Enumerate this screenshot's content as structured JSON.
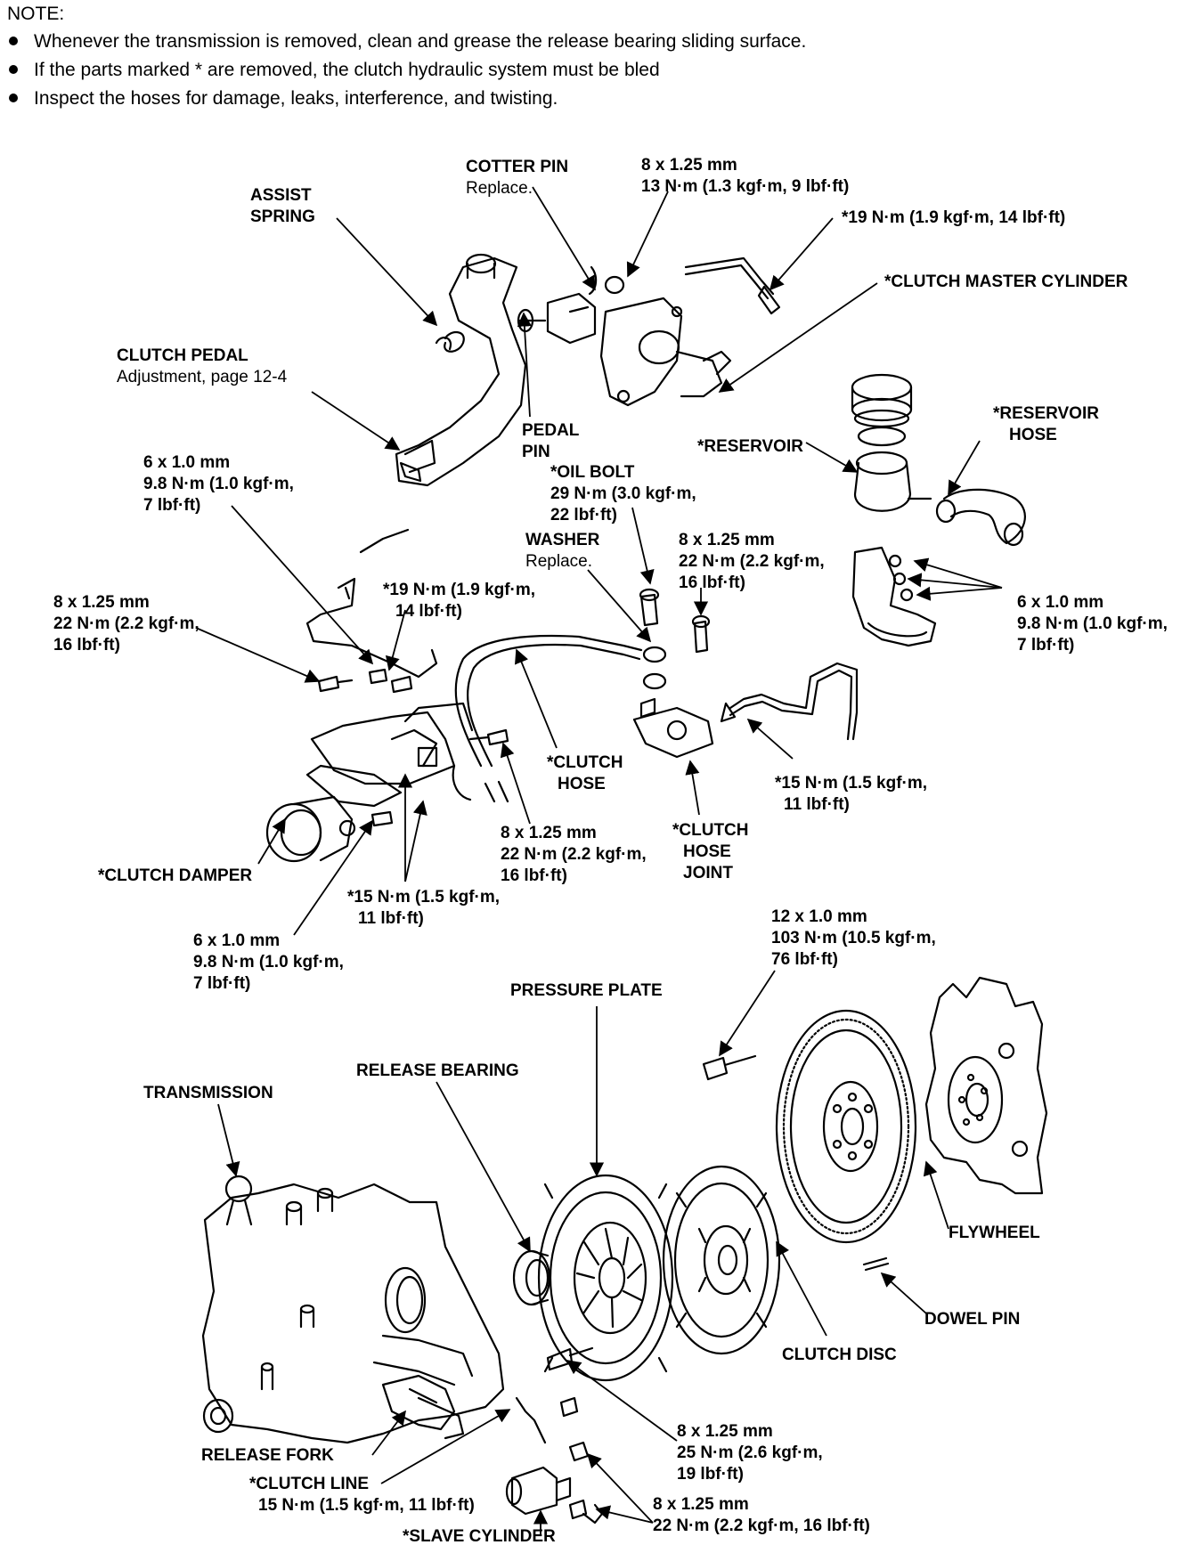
{
  "note": {
    "heading": "NOTE:",
    "items": [
      "Whenever the transmission is removed, clean and grease the release bearing sliding surface.",
      "If the parts marked * are removed, the clutch hydraulic system must be bled",
      "Inspect the hoses for damage, leaks, interference, and twisting."
    ]
  },
  "labels": {
    "assist_spring": [
      "ASSIST",
      "SPRING"
    ],
    "cotter_pin": {
      "title": "COTTER PIN",
      "sub": "Replace."
    },
    "bolt_top": [
      "8 x 1.25 mm",
      "13 N·m (1.3 kgf·m, 9 lbf·ft)"
    ],
    "torque_19_top": "*19 N·m (1.9 kgf·m, 14 lbf·ft)",
    "master_cylinder": "*CLUTCH MASTER CYLINDER",
    "clutch_pedal": {
      "title": "CLUTCH PEDAL",
      "sub": "Adjustment, page 12-4"
    },
    "pedal_pin": [
      "PEDAL",
      "PIN"
    ],
    "reservoir": "*RESERVOIR",
    "reservoir_hose": [
      "*RESERVOIR",
      "HOSE"
    ],
    "bolt_6x1_top": [
      "6 x 1.0 mm",
      "9.8 N·m (1.0 kgf·m,",
      "7 lbf·ft)"
    ],
    "oil_bolt": [
      "*OIL BOLT",
      "29 N·m (3.0 kgf·m,",
      "22 lbf·ft)"
    ],
    "washer": {
      "title": "WASHER",
      "sub": "Replace."
    },
    "bolt_8x125_mid": [
      "8 x 1.25 mm",
      "22 N·m (2.2 kgf·m,",
      "16 lbf·ft)"
    ],
    "bolt_8x125_left": [
      "8 x 1.25 mm",
      "22 N·m (2.2 kgf·m,",
      "16 lbf·ft)"
    ],
    "torque_19_mid": [
      "*19 N·m (1.9 kgf·m,",
      "14 lbf·ft)"
    ],
    "bolt_6x1_right": [
      "6 x 1.0 mm",
      "9.8 N·m (1.0 kgf·m,",
      "7 lbf·ft)"
    ],
    "clutch_hose": [
      "*CLUTCH",
      "HOSE"
    ],
    "torque_15_right": [
      "*15 N·m (1.5 kgf·m,",
      "11 lbf·ft)"
    ],
    "bolt_8x125_center": [
      "8 x 1.25 mm",
      "22 N·m (2.2 kgf·m,",
      "16 lbf·ft)"
    ],
    "clutch_hose_joint": [
      "*CLUTCH",
      "HOSE",
      "JOINT"
    ],
    "clutch_damper": "*CLUTCH DAMPER",
    "torque_15_left": [
      "*15 N·m (1.5 kgf·m,",
      "11 lbf·ft)"
    ],
    "bolt_6x1_bottom": [
      "6 x 1.0 mm",
      "9.8 N·m (1.0 kgf·m,",
      "7 lbf·ft)"
    ],
    "bolt_12x1": [
      "12 x 1.0 mm",
      "103 N·m (10.5 kgf·m,",
      "76 lbf·ft)"
    ],
    "pressure_plate": "PRESSURE PLATE",
    "release_bearing": "RELEASE BEARING",
    "transmission": "TRANSMISSION",
    "flywheel": "FLYWHEEL",
    "dowel_pin": "DOWEL PIN",
    "clutch_disc": "CLUTCH DISC",
    "bolt_8x125_lower": [
      "8 x 1.25 mm",
      "25 N·m (2.6 kgf·m,",
      "19 lbf·ft)"
    ],
    "release_fork": "RELEASE FORK",
    "clutch_line": {
      "title": "*CLUTCH LINE",
      "sub": "15 N·m (1.5 kgf·m, 11 lbf·ft)"
    },
    "bolt_8x125_bottom": [
      "8 x 1.25 mm",
      "22 N·m (2.2 kgf·m, 16 lbf·ft)"
    ],
    "slave_cylinder": "*SLAVE CYLINDER"
  }
}
